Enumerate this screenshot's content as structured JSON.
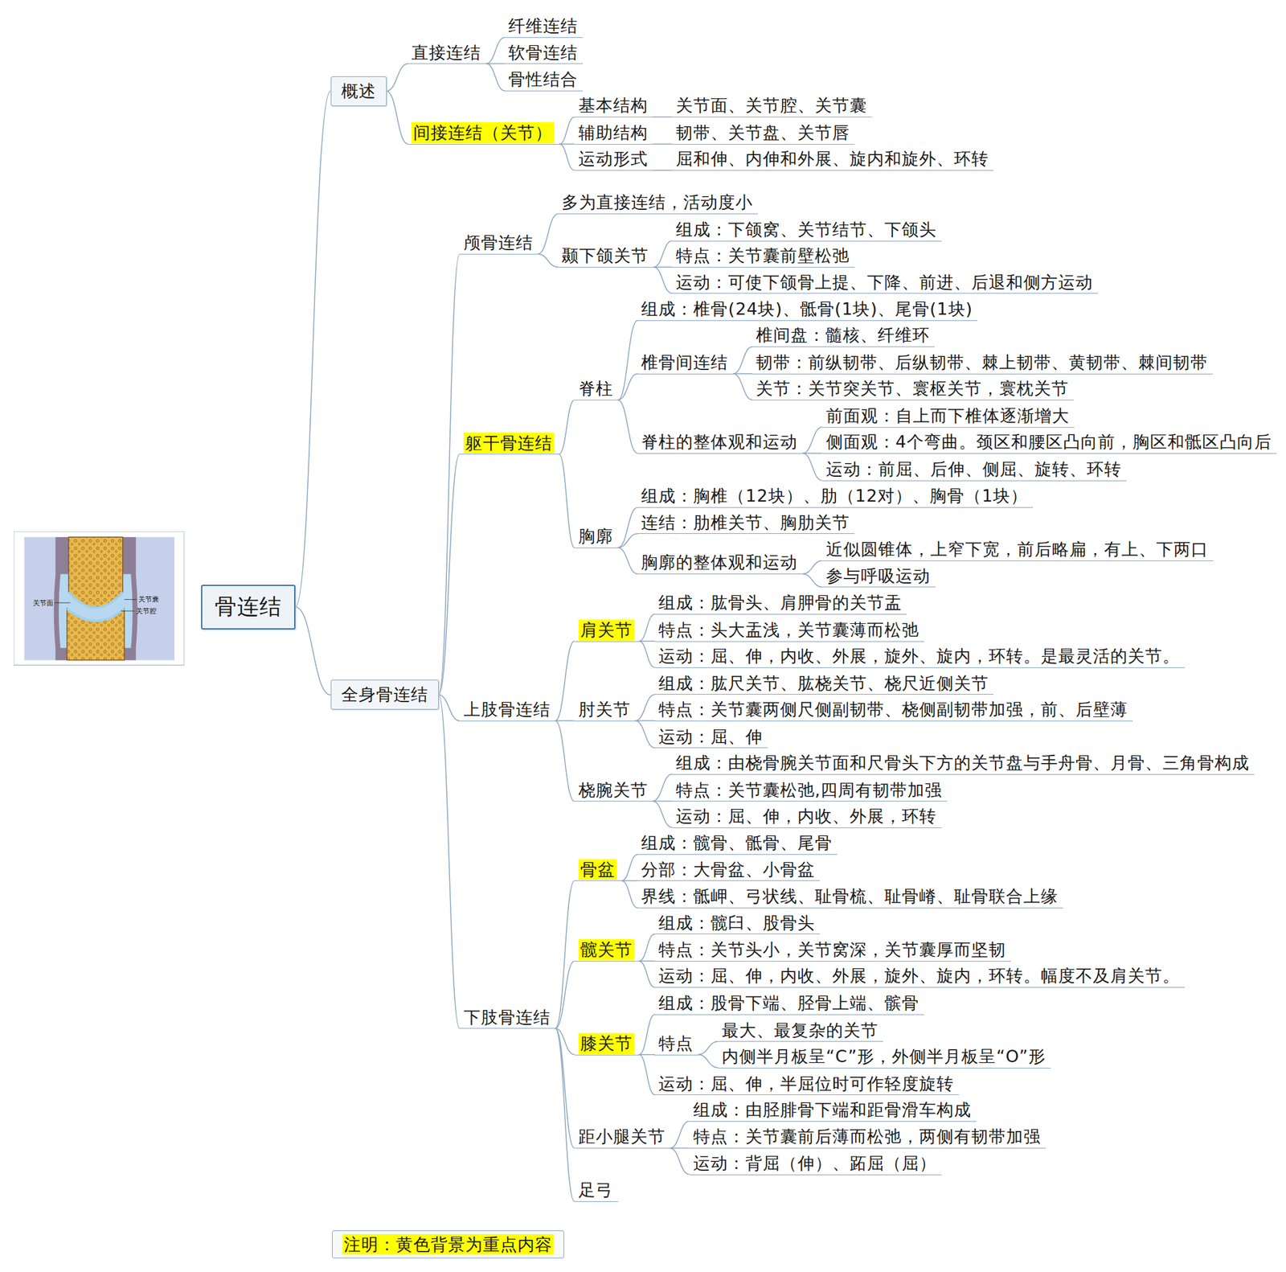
{
  "diagram": {
    "nodes": [
      {
        "text": [
          "骨连结"
        ]
      },
      {
        "text": [
          "概述"
        ]
      },
      {
        "text": [
          "直接连结"
        ]
      },
      {
        "text": [
          "纤维连结"
        ]
      },
      {
        "text": [
          "软骨连结"
        ]
      },
      {
        "text": [
          "骨性结合"
        ]
      },
      {
        "text": [
          "间接连结（关节）"
        ]
      },
      {
        "text": [
          "基本结构"
        ]
      },
      {
        "text": [
          "关节面、关节腔、关节囊"
        ]
      },
      {
        "text": [
          "辅助结构"
        ]
      },
      {
        "text": [
          "韧带、关节盘、关节唇"
        ]
      },
      {
        "text": [
          "运动形式"
        ]
      },
      {
        "text": [
          "屈和伸、内伸和外展、旋内和旋外、环转"
        ]
      },
      {
        "text": [
          "全身骨连结"
        ]
      },
      {
        "text": [
          "颅骨连结"
        ]
      },
      {
        "text": [
          "多为直接连结，活动度小"
        ]
      },
      {
        "text": [
          "颞下颌关节"
        ]
      },
      {
        "text": [
          "组成：下颌窝、关节结节、下颌头"
        ]
      },
      {
        "text": [
          "特点：关节囊前壁松弛"
        ]
      },
      {
        "text": [
          "运动：可使下颌骨上提、下降、前进、后退和侧方运动"
        ]
      },
      {
        "text": [
          "躯干骨连结"
        ]
      },
      {
        "text": [
          "脊柱"
        ]
      },
      {
        "text": [
          "组成：椎骨(24块)、骶骨(1块)、尾骨(1块)"
        ]
      },
      {
        "text": [
          "椎骨间连结"
        ]
      },
      {
        "text": [
          "椎间盘：髓核、纤维环"
        ]
      },
      {
        "text": [
          "韧带：前纵韧带、后纵韧带、棘上韧带、黄韧带、棘间韧带"
        ]
      },
      {
        "text": [
          "关节：关节突关节、寰枢关节，寰枕关节"
        ]
      },
      {
        "text": [
          "脊柱的整体观和运动"
        ]
      },
      {
        "text": [
          "前面观：自上而下椎体逐渐增大"
        ]
      },
      {
        "text": [
          "侧面观：4个弯曲。颈区和腰区凸向前，胸区和骶区凸向后"
        ]
      },
      {
        "text": [
          "运动：前屈、后伸、侧屈、旋转、环转"
        ]
      },
      {
        "text": [
          "胸廓"
        ]
      },
      {
        "text": [
          "组成：胸椎（12块）、肋（12对）、胸骨（1块）"
        ]
      },
      {
        "text": [
          "连结：肋椎关节、胸肋关节"
        ]
      },
      {
        "text": [
          "胸廓的整体观和运动"
        ]
      },
      {
        "text": [
          "近似圆锥体，上窄下宽，前后略扁，有上、下两口"
        ]
      },
      {
        "text": [
          "参与呼吸运动"
        ]
      },
      {
        "text": [
          "上肢骨连结"
        ]
      },
      {
        "text": [
          "肩关节"
        ]
      },
      {
        "text": [
          "组成：肱骨头、肩胛骨的关节盂"
        ]
      },
      {
        "text": [
          "特点：头大盂浅，关节囊薄而松弛"
        ]
      },
      {
        "text": [
          "运动：屈、伸，内收、外展，旋外、旋内，环转。是最灵活的关节。"
        ]
      },
      {
        "text": [
          "肘关节"
        ]
      },
      {
        "text": [
          "组成：肱尺关节、肱桡关节、桡尺近侧关节"
        ]
      },
      {
        "text": [
          "特点：关节囊两侧尺侧副韧带、桡侧副韧带加强，前、后壁薄"
        ]
      },
      {
        "text": [
          "运动：屈、伸"
        ]
      },
      {
        "text": [
          "桡腕关节"
        ]
      },
      {
        "text": [
          "组成：由桡骨腕关节面和尺骨头下方的关节盘与手舟骨、月骨、三角骨构成"
        ]
      },
      {
        "text": [
          "特点：关节囊松弛,四周有韧带加强"
        ]
      },
      {
        "text": [
          "运动：屈、伸，内收、外展，环转"
        ]
      },
      {
        "text": [
          "下肢骨连结"
        ]
      },
      {
        "text": [
          "骨盆"
        ]
      },
      {
        "text": [
          "组成：髋骨、骶骨、尾骨"
        ]
      },
      {
        "text": [
          "分部：大骨盆、小骨盆"
        ]
      },
      {
        "text": [
          "界线：骶岬、弓状线、耻骨梳、耻骨嵴、耻骨联合上缘"
        ]
      },
      {
        "text": [
          "髋关节"
        ]
      },
      {
        "text": [
          "组成：髋臼、股骨头"
        ]
      },
      {
        "text": [
          "特点：关节头小，关节窝深，关节囊厚而坚韧"
        ]
      },
      {
        "text": [
          "运动：屈、伸，内收、外展，旋外、旋内，环转。幅度不及肩关节。"
        ]
      },
      {
        "text": [
          "膝关节"
        ]
      },
      {
        "text": [
          "组成：股骨下端、胫骨上端、髌骨"
        ]
      },
      {
        "text": [
          "特点"
        ]
      },
      {
        "text": [
          "最大、最复杂的关节"
        ]
      },
      {
        "text": [
          "内侧半月板呈“C”形，外侧半月板呈“O”形"
        ]
      },
      {
        "text": [
          "运动：屈、伸，半屈位时可作轻度旋转"
        ]
      },
      {
        "text": [
          "距小腿关节"
        ]
      },
      {
        "text": [
          "组成：由胫腓骨下端和距骨滑车构成"
        ]
      },
      {
        "text": [
          "特点：关节囊前后薄而松弛，两侧有韧带加强"
        ]
      },
      {
        "text": [
          "运动：背屈（伸）、跖屈（屈）"
        ]
      },
      {
        "text": [
          "足弓"
        ]
      },
      {
        "text": [
          "注明：黄色背景为重点内容"
        ]
      }
    ],
    "edges": [
      {
        "from": 0,
        "to": 1,
        "arrow": "none"
      },
      {
        "from": 0,
        "to": 13,
        "arrow": "none"
      },
      {
        "from": 1,
        "to": 2,
        "arrow": "none"
      },
      {
        "from": 2,
        "to": 3,
        "arrow": "none"
      },
      {
        "from": 2,
        "to": 4,
        "arrow": "none"
      },
      {
        "from": 2,
        "to": 5,
        "arrow": "none"
      },
      {
        "from": 1,
        "to": 6,
        "arrow": "none"
      },
      {
        "from": 6,
        "to": 7,
        "arrow": "none"
      },
      {
        "from": 7,
        "to": 8,
        "arrow": "none"
      },
      {
        "from": 6,
        "to": 9,
        "arrow": "none"
      },
      {
        "from": 9,
        "to": 10,
        "arrow": "none"
      },
      {
        "from": 6,
        "to": 11,
        "arrow": "none"
      },
      {
        "from": 11,
        "to": 12,
        "arrow": "none"
      },
      {
        "from": 13,
        "to": 14,
        "arrow": "none"
      },
      {
        "from": 14,
        "to": 15,
        "arrow": "none"
      },
      {
        "from": 14,
        "to": 16,
        "arrow": "none"
      },
      {
        "from": 16,
        "to": 17,
        "arrow": "none"
      },
      {
        "from": 16,
        "to": 18,
        "arrow": "none"
      },
      {
        "from": 16,
        "to": 19,
        "arrow": "none"
      },
      {
        "from": 13,
        "to": 20,
        "arrow": "none"
      },
      {
        "from": 20,
        "to": 21,
        "arrow": "none"
      },
      {
        "from": 21,
        "to": 22,
        "arrow": "none"
      },
      {
        "from": 21,
        "to": 23,
        "arrow": "none"
      },
      {
        "from": 23,
        "to": 24,
        "arrow": "none"
      },
      {
        "from": 23,
        "to": 25,
        "arrow": "none"
      },
      {
        "from": 23,
        "to": 26,
        "arrow": "none"
      },
      {
        "from": 21,
        "to": 27,
        "arrow": "none"
      },
      {
        "from": 27,
        "to": 28,
        "arrow": "none"
      },
      {
        "from": 27,
        "to": 29,
        "arrow": "none"
      },
      {
        "from": 27,
        "to": 30,
        "arrow": "none"
      },
      {
        "from": 20,
        "to": 31,
        "arrow": "none"
      },
      {
        "from": 31,
        "to": 32,
        "arrow": "none"
      },
      {
        "from": 31,
        "to": 33,
        "arrow": "none"
      },
      {
        "from": 31,
        "to": 34,
        "arrow": "none"
      },
      {
        "from": 34,
        "to": 35,
        "arrow": "none"
      },
      {
        "from": 34,
        "to": 36,
        "arrow": "none"
      },
      {
        "from": 13,
        "to": 37,
        "arrow": "none"
      },
      {
        "from": 37,
        "to": 38,
        "arrow": "none"
      },
      {
        "from": 38,
        "to": 39,
        "arrow": "none"
      },
      {
        "from": 38,
        "to": 40,
        "arrow": "none"
      },
      {
        "from": 38,
        "to": 41,
        "arrow": "none"
      },
      {
        "from": 37,
        "to": 42,
        "arrow": "none"
      },
      {
        "from": 42,
        "to": 43,
        "arrow": "none"
      },
      {
        "from": 42,
        "to": 44,
        "arrow": "none"
      },
      {
        "from": 42,
        "to": 45,
        "arrow": "none"
      },
      {
        "from": 37,
        "to": 46,
        "arrow": "none"
      },
      {
        "from": 46,
        "to": 47,
        "arrow": "none"
      },
      {
        "from": 46,
        "to": 48,
        "arrow": "none"
      },
      {
        "from": 46,
        "to": 49,
        "arrow": "none"
      },
      {
        "from": 13,
        "to": 50,
        "arrow": "none"
      },
      {
        "from": 50,
        "to": 51,
        "arrow": "none"
      },
      {
        "from": 51,
        "to": 52,
        "arrow": "none"
      },
      {
        "from": 51,
        "to": 53,
        "arrow": "none"
      },
      {
        "from": 51,
        "to": 54,
        "arrow": "none"
      },
      {
        "from": 50,
        "to": 55,
        "arrow": "none"
      },
      {
        "from": 55,
        "to": 56,
        "arrow": "none"
      },
      {
        "from": 55,
        "to": 57,
        "arrow": "none"
      },
      {
        "from": 55,
        "to": 58,
        "arrow": "none"
      },
      {
        "from": 50,
        "to": 59,
        "arrow": "none"
      },
      {
        "from": 59,
        "to": 60,
        "arrow": "none"
      },
      {
        "from": 59,
        "to": 61,
        "arrow": "none"
      },
      {
        "from": 61,
        "to": 62,
        "arrow": "none"
      },
      {
        "from": 61,
        "to": 63,
        "arrow": "none"
      },
      {
        "from": 59,
        "to": 64,
        "arrow": "none"
      },
      {
        "from": 50,
        "to": 65,
        "arrow": "none"
      },
      {
        "from": 65,
        "to": 66,
        "arrow": "none"
      },
      {
        "from": 65,
        "to": 67,
        "arrow": "none"
      },
      {
        "from": 65,
        "to": 68,
        "arrow": "none"
      },
      {
        "from": 50,
        "to": 69,
        "arrow": "none"
      }
    ],
    "labels": [
      "关节面",
      "关节囊",
      "关节腔"
    ]
  }
}
